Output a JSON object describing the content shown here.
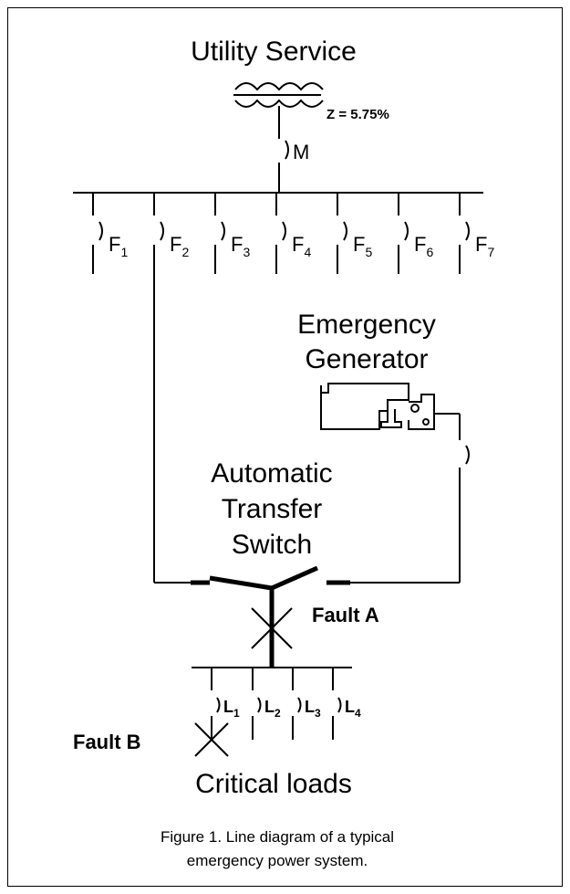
{
  "utility_label": "Utility Service",
  "impedance_label": "Z = 5.75%",
  "main_breaker_label": "M",
  "feeders": [
    {
      "letter": "F",
      "sub": "1"
    },
    {
      "letter": "F",
      "sub": "2"
    },
    {
      "letter": "F",
      "sub": "3"
    },
    {
      "letter": "F",
      "sub": "4"
    },
    {
      "letter": "F",
      "sub": "5"
    },
    {
      "letter": "F",
      "sub": "6"
    },
    {
      "letter": "F",
      "sub": "7"
    }
  ],
  "generator_label": [
    "Emergency",
    "Generator"
  ],
  "ats_label": [
    "Automatic",
    "Transfer",
    "Switch"
  ],
  "fault_a_label": "Fault A",
  "fault_b_label": "Fault B",
  "loads": [
    {
      "letter": "L",
      "sub": "1"
    },
    {
      "letter": "L",
      "sub": "2"
    },
    {
      "letter": "L",
      "sub": "3"
    },
    {
      "letter": "L",
      "sub": "4"
    }
  ],
  "critical_loads_label": "Critical loads",
  "caption": [
    "Figure 1. Line diagram of a typical",
    "emergency power system."
  ]
}
